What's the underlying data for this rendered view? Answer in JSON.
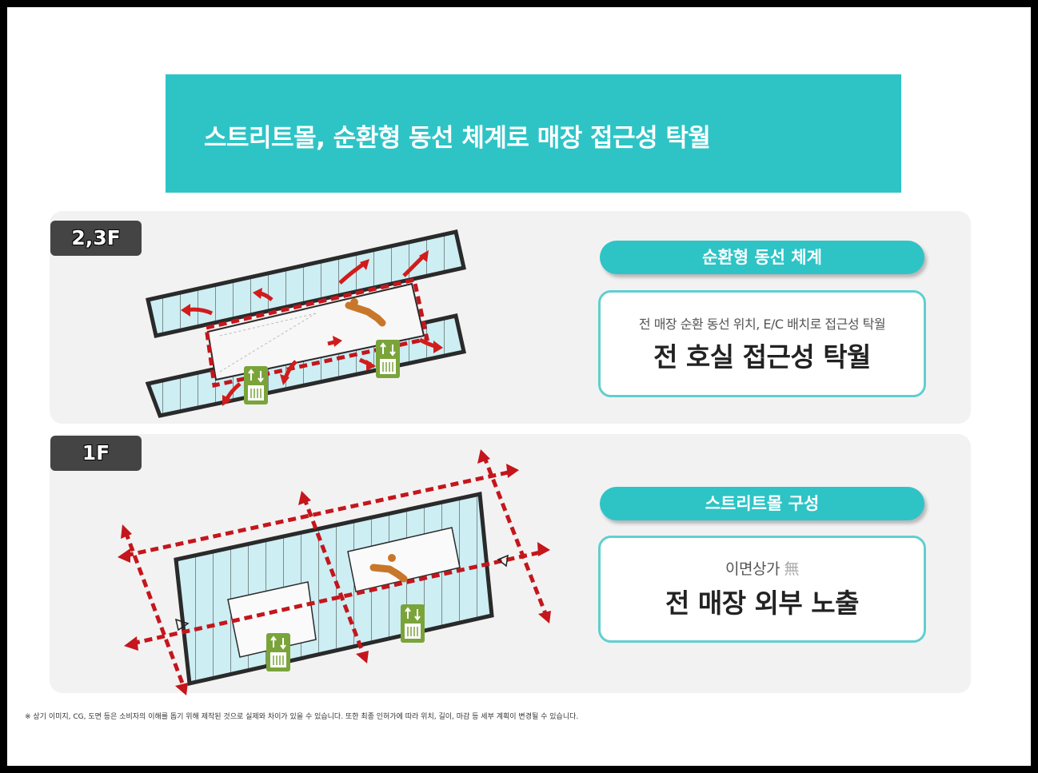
{
  "banner": {
    "title": "스트리트몰, 순환형 동선 체계로 매장 접근성 탁월"
  },
  "sections": [
    {
      "floor": "2,3F",
      "pill": "순환형 동선 체계",
      "sub": "전 매장 순환 동선 위치, E/C 배치로 접근성 탁월",
      "main": "전 호실 접근성 탁월"
    },
    {
      "floor": "1F",
      "pill": "스트리트몰 구성",
      "sub": "이면상가",
      "sub_mark": "無",
      "main": "전 매장 외부 노출"
    }
  ],
  "footnote": "※ 상기 이미지, CG, 도면 등은 소비자의 이해를 돕기 위해 제작된 것으로 실제와 차이가 있을 수 있습니다. 또한 최종 인허가에 따라 위치, 길이, 마감 등 세부 계획이 변경될 수 있습니다.",
  "colors": {
    "accent": "#2ec4c6",
    "route": "#c4161c",
    "elevator": "#7aa43a",
    "escalator": "#c8772a",
    "store": "#cdeef3"
  },
  "icons": [
    "elevator-icon",
    "escalator-icon",
    "entrance-arrow-icon"
  ]
}
